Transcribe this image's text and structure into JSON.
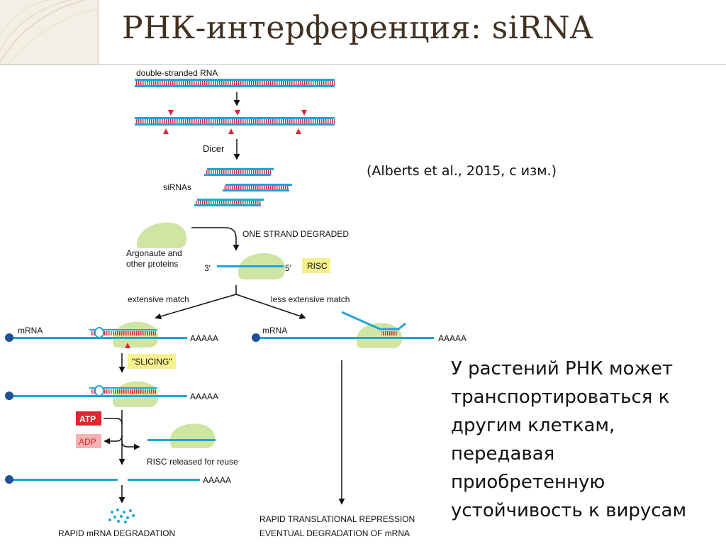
{
  "title": "РНК-интерференция: siRNA",
  "citation": "(Alberts et al., 2015, с изм.)",
  "side_text": [
    "У растений РНК может",
    "транспортироваться к",
    "другим клеткам,",
    "передавая",
    "приобретенную",
    "устойчивость к вирусам"
  ],
  "colors": {
    "title": "#403122",
    "strand": "#1ea5d6",
    "ticks": "#d8263a",
    "protein": "#cfe5a3",
    "cut_marker": "#e0262e",
    "atp_badge": "#e0262e",
    "adp_badge": "#f4b2b3",
    "label_box": "#f7f08e",
    "end_cap": "#1d4f9a"
  },
  "diagram": {
    "labels": {
      "dsrna": "double-stranded RNA",
      "dicer": "Dicer",
      "sirnas": "siRNAs",
      "argonaute_1": "Argonaute and",
      "argonaute_2": "other proteins",
      "one_strand": "ONE STRAND DEGRADED",
      "three_prime": "3′",
      "five_prime": "5′",
      "risc": "RISC",
      "extensive_match": "extensive match",
      "less_extensive_match": "less extensive match",
      "mrna_left": "mRNA",
      "mrna_right": "mRNA",
      "poly_a_1": "AAAAA",
      "poly_a_2": "AAAAA",
      "poly_a_3": "AAAAA",
      "poly_a_4": "AAAAA",
      "slicing": "\"SLICING\"",
      "atp": "ATP",
      "adp": "ADP",
      "risc_released": "RISC released for reuse",
      "rapid_degradation": "RAPID mRNA DEGRADATION",
      "repression_1": "RAPID TRANSLATIONAL REPRESSION",
      "repression_2": "EVENTUAL DEGRADATION OF mRNA"
    }
  }
}
